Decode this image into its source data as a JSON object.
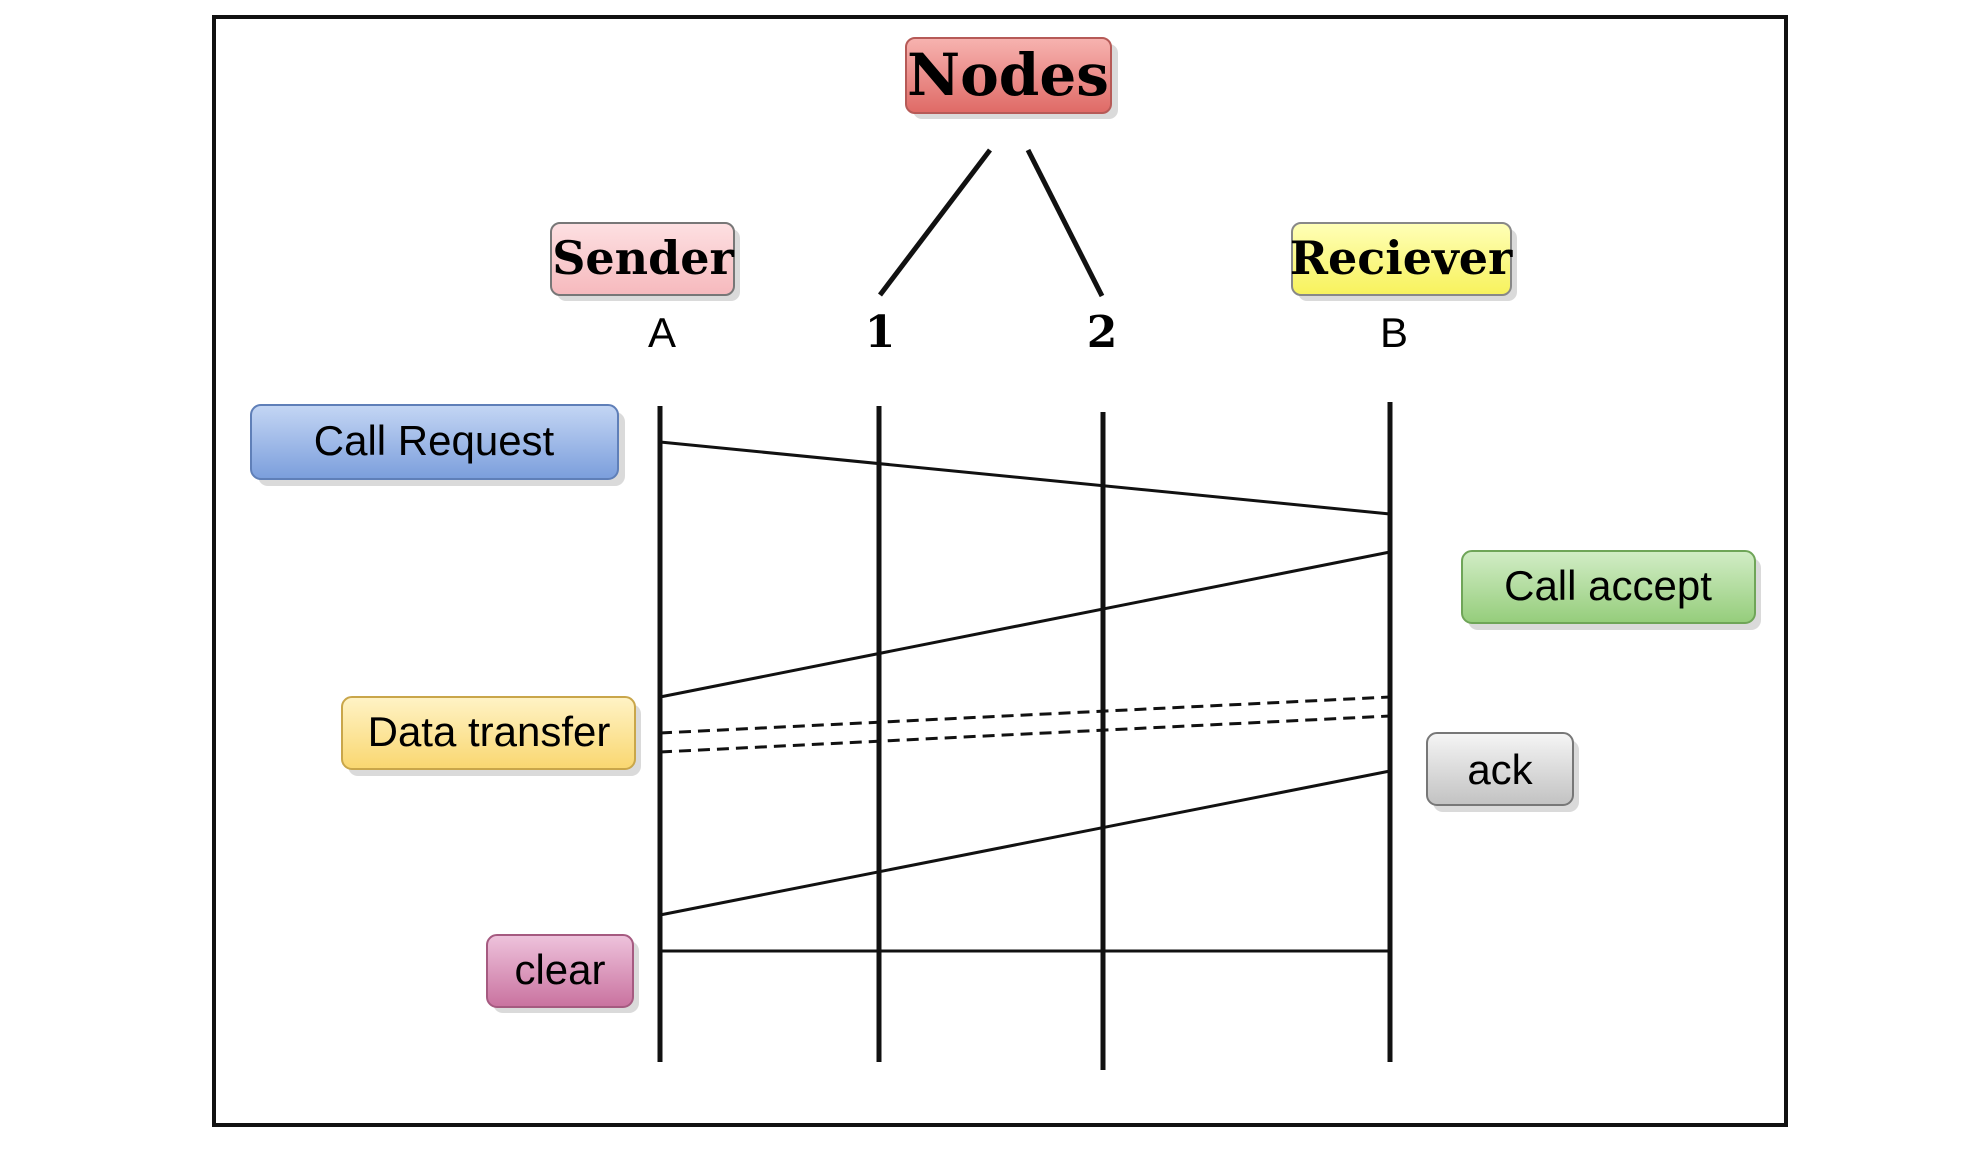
{
  "title": "Nodes",
  "roles": {
    "sender": "Sender",
    "receiver": "Reciever"
  },
  "nodes": {
    "a": "A",
    "n1": "1",
    "n2": "2",
    "b": "B"
  },
  "messages": {
    "call_request": "Call Request",
    "call_accept": "Call accept",
    "data_transfer": "Data transfer",
    "ack": "ack",
    "clear": "clear"
  },
  "colors": {
    "title_fill": "#e57f7b",
    "sender_fill": "#f9c9cc",
    "receiver_fill": "#ffff88",
    "call_request_fill": "#8eaee3",
    "call_accept_fill": "#a6d68f",
    "data_transfer_fill": "#fce28a",
    "ack_fill": "#d8d8d8",
    "clear_fill": "#d48bb3"
  }
}
